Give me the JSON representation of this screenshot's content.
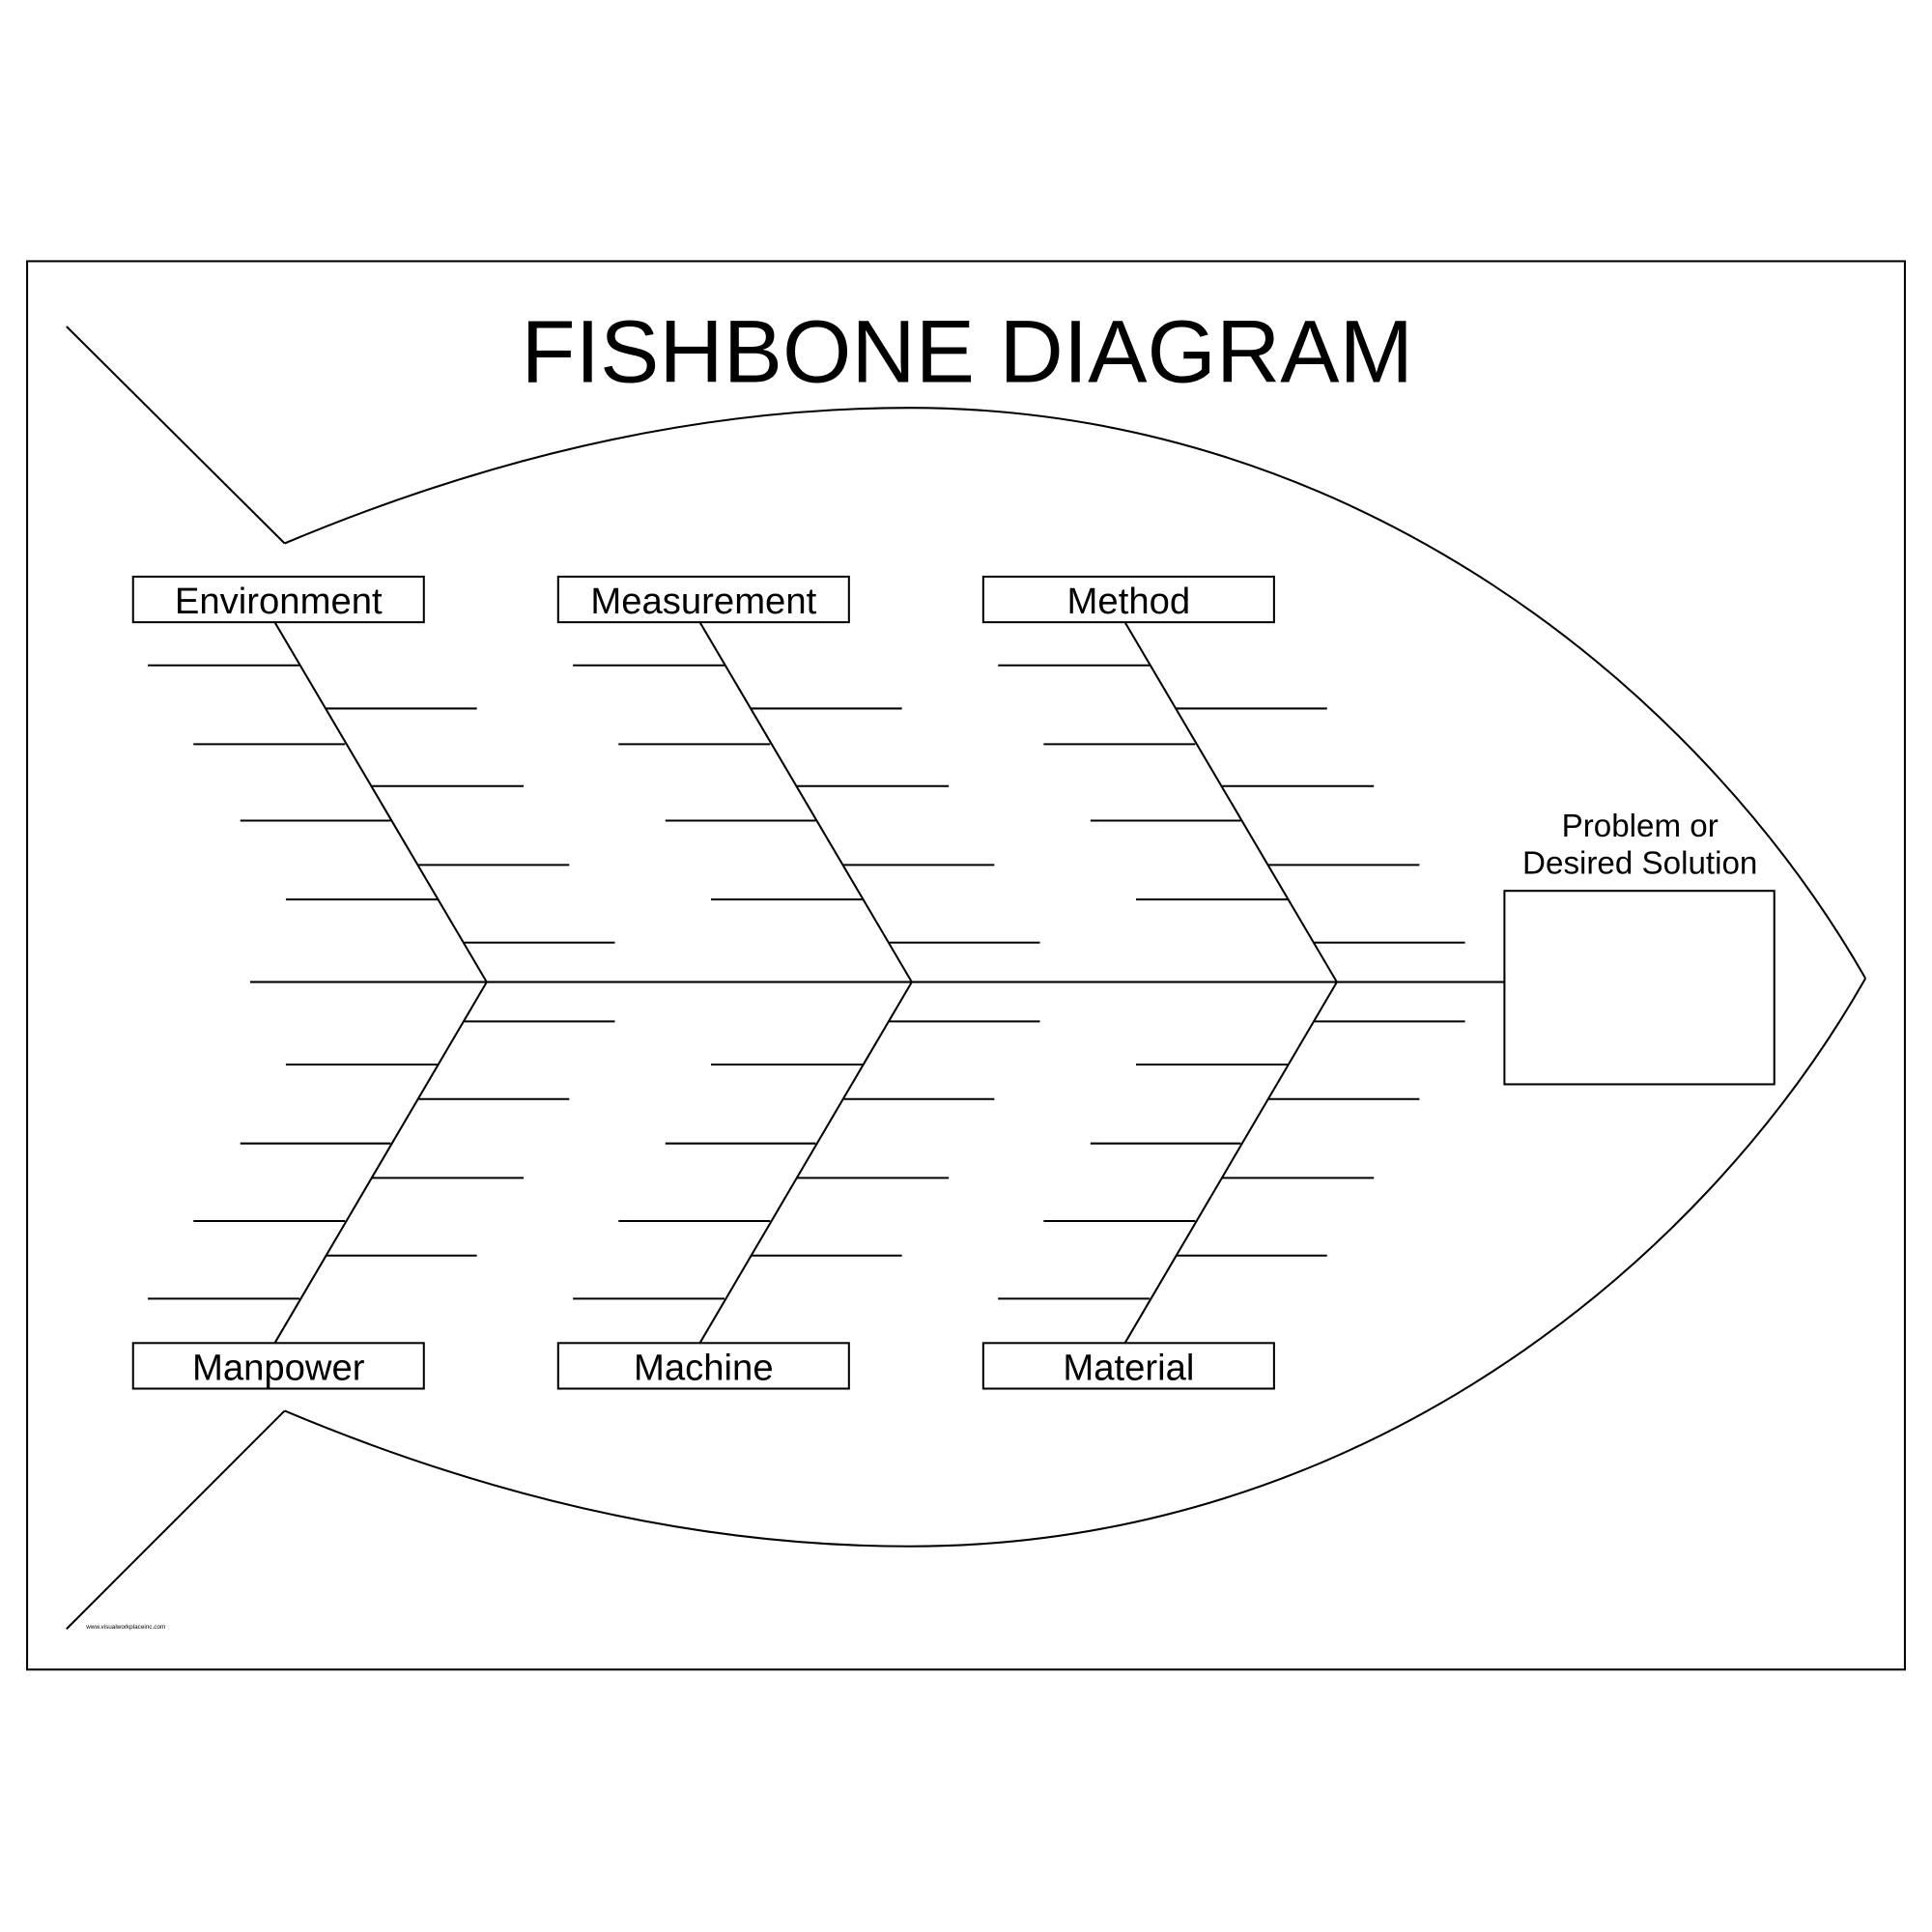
{
  "title": "FISHBONE DIAGRAM",
  "head": {
    "line1": "Problem or",
    "line2": "Desired Solution"
  },
  "categories": {
    "top": [
      "Environment",
      "Measurement",
      "Method"
    ],
    "bottom": [
      "Manpower",
      "Machine",
      "Material"
    ]
  },
  "footer": "www.visualworkplaceinc.com",
  "colors": {
    "line": "#000000",
    "background": "#ffffff"
  }
}
